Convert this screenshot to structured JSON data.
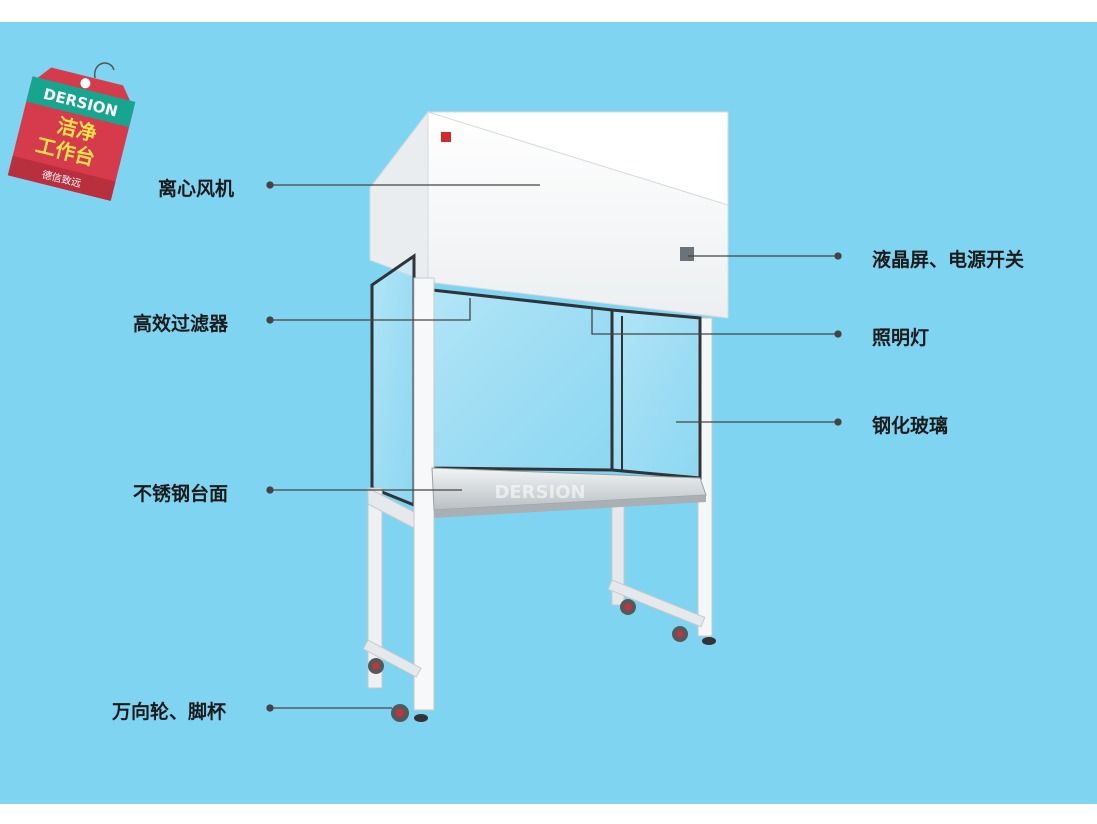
{
  "tag": {
    "brand": "DERSION",
    "title_line1": "洁净",
    "title_line2": "工作台",
    "subtitle": "德信致远"
  },
  "product": {
    "watermark": "DERSION"
  },
  "callouts": {
    "left": [
      "离心风机",
      "高效过滤器",
      "不锈钢台面",
      "万向轮、脚杯"
    ],
    "right": [
      "液晶屏、电源开关",
      "照明灯",
      "钢化玻璃"
    ]
  },
  "colors": {
    "background": "#7fd4f2",
    "tag_red": "#d63b4b",
    "tag_teal": "#17a58f",
    "tag_title": "#ffe14d",
    "callout_text": "#1b1b1b",
    "callout_line": "#444444"
  }
}
